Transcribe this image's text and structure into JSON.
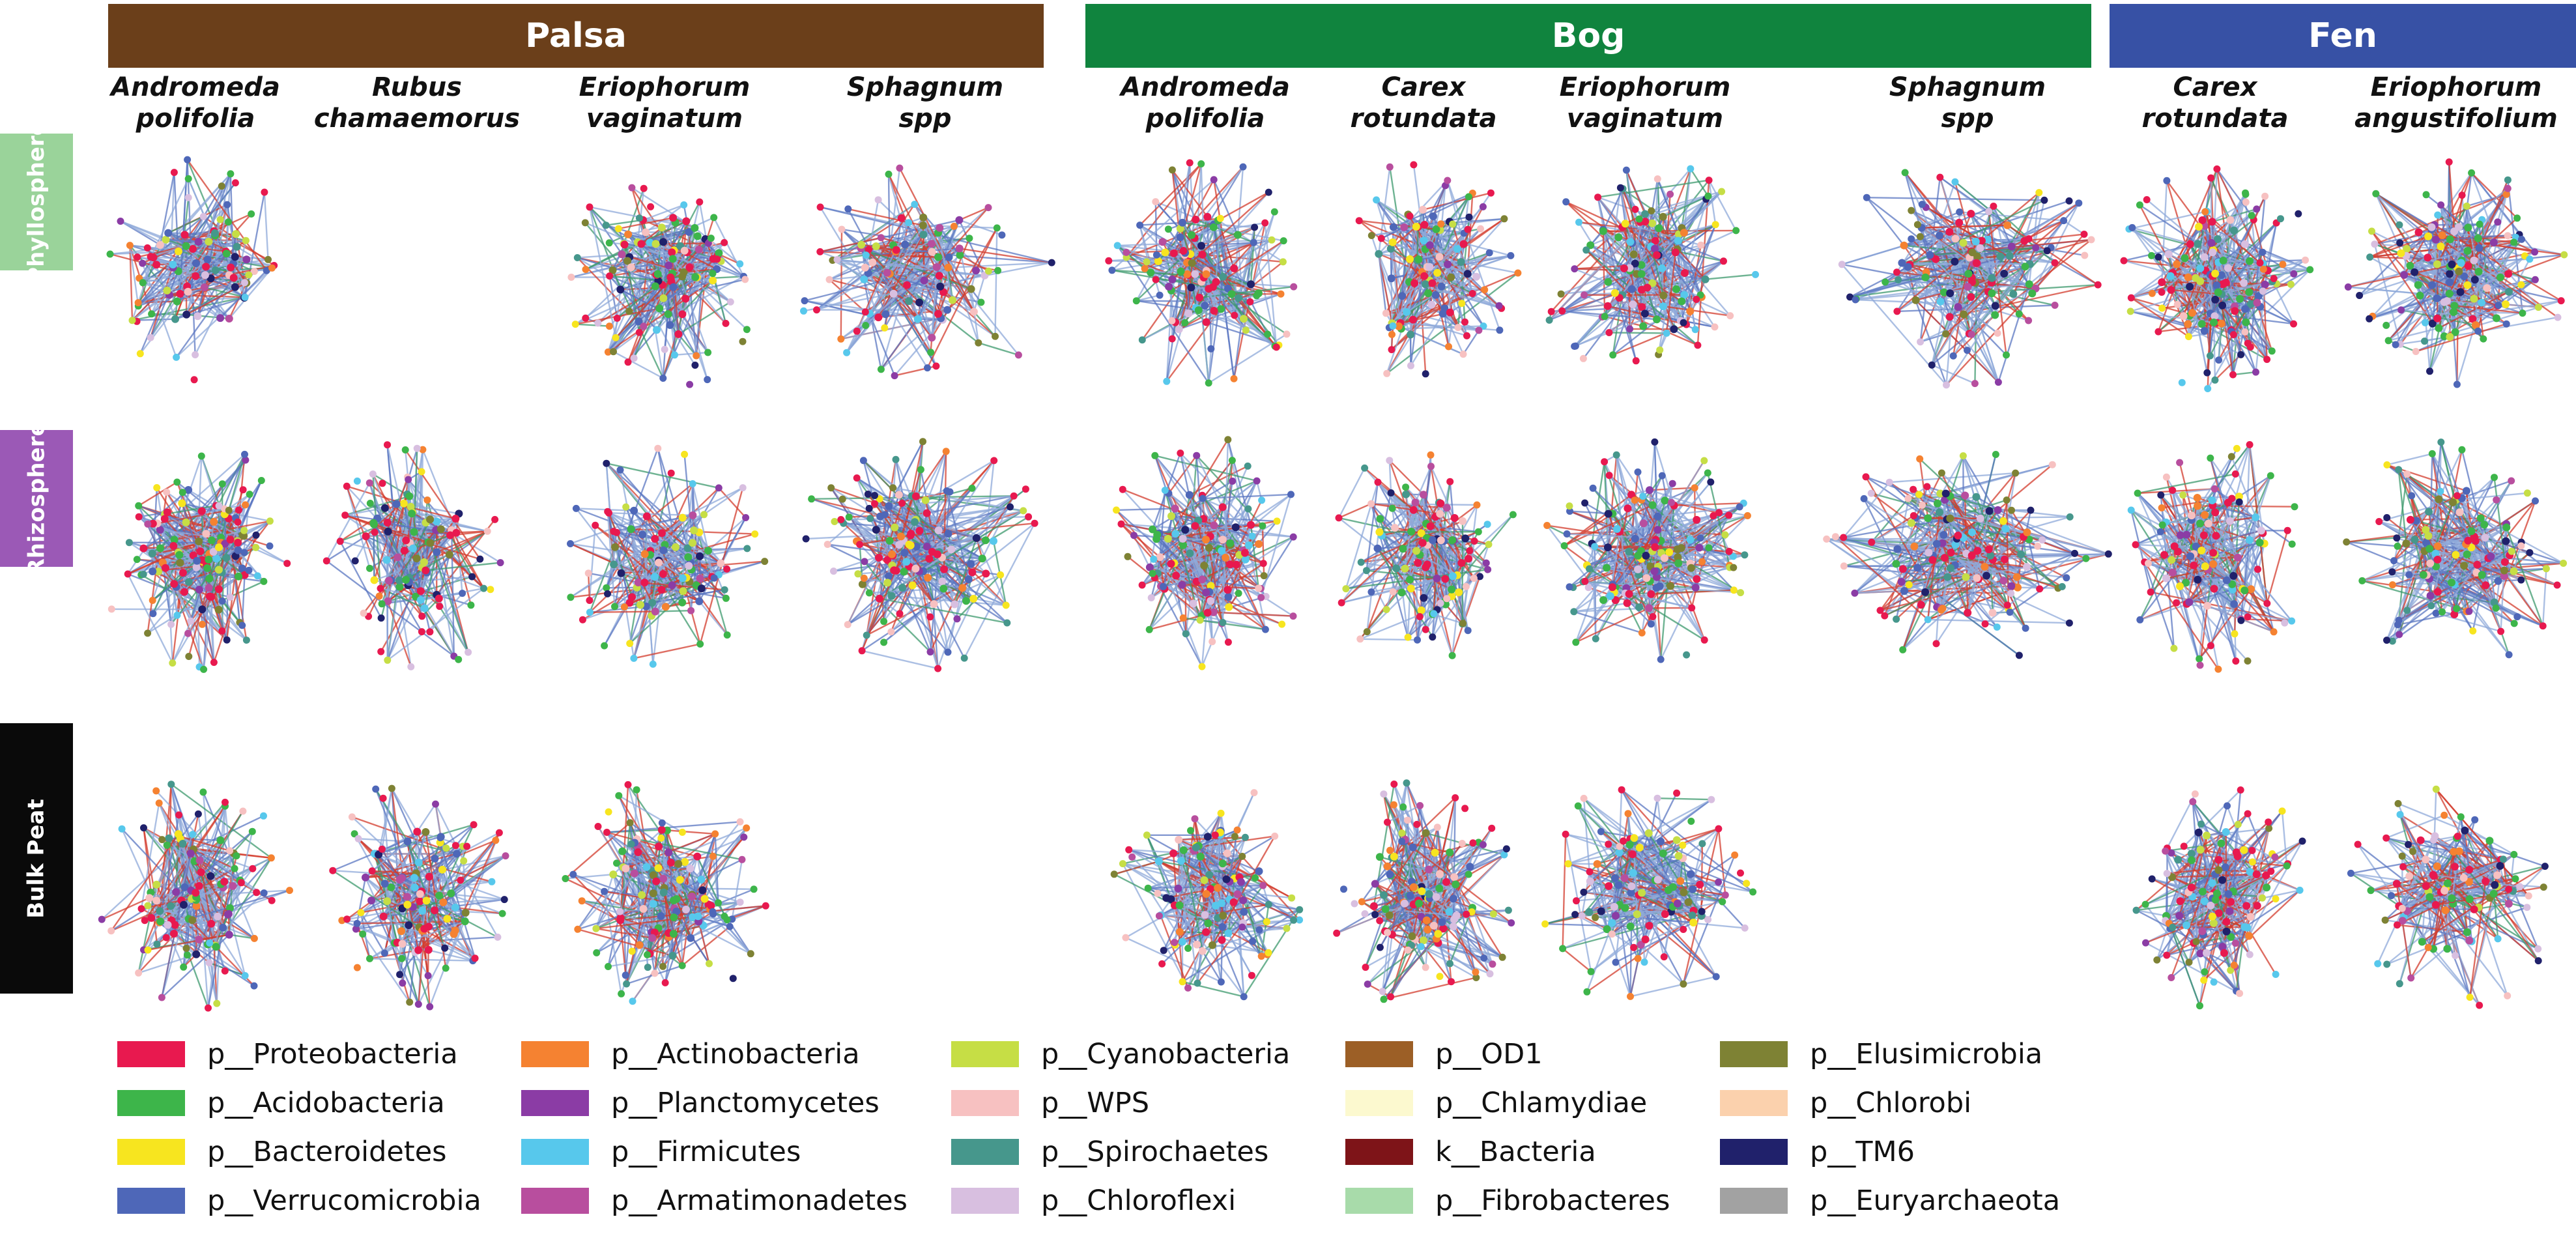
{
  "sites": [
    {
      "key": "palsa",
      "label": "Palsa",
      "color": "#6B3F1A",
      "species": [
        [
          "Andromeda",
          "polifolia"
        ],
        [
          "Rubus",
          "chamaemorus"
        ],
        [
          "Eriophorum",
          "vaginatum"
        ],
        [
          "Sphagnum",
          "spp"
        ]
      ]
    },
    {
      "key": "bog",
      "label": "Bog",
      "color": "#10843E",
      "species": [
        [
          "Andromeda",
          "polifolia"
        ],
        [
          "Carex",
          "rotundata"
        ],
        [
          "Eriophorum",
          "vaginatum"
        ],
        [
          "Sphagnum",
          "spp"
        ]
      ]
    },
    {
      "key": "fen",
      "label": "Fen",
      "color": "#3751A5",
      "species": [
        [
          "Carex",
          "rotundata"
        ],
        [
          "Eriophorum",
          "angustifolium"
        ]
      ]
    }
  ],
  "compartments": [
    {
      "label": "Phyllosphere",
      "color": "#9AD39A"
    },
    {
      "label": "Rhizosphere",
      "color": "#9B59B6"
    },
    {
      "label": "Bulk Peat",
      "color": "#0A0A0A"
    }
  ],
  "network_presence": [
    [
      true,
      false,
      true,
      true,
      true,
      true,
      true,
      true,
      true,
      true
    ],
    [
      true,
      true,
      true,
      true,
      true,
      true,
      true,
      true,
      true,
      true
    ],
    [
      true,
      true,
      true,
      false,
      true,
      true,
      true,
      false,
      true,
      true
    ]
  ],
  "edge_colors": {
    "positive": "#8FA9DA",
    "positive_strong": "#5B77C2",
    "negative": "#D33C2E",
    "other": "#3E9A6E"
  },
  "legend": [
    {
      "label": "p__Proteobacteria",
      "color": "#E8194F"
    },
    {
      "label": "p__Acidobacteria",
      "color": "#3DB54A"
    },
    {
      "label": "p__Bacteroidetes",
      "color": "#F7E51F"
    },
    {
      "label": "p__Verrucomicrobia",
      "color": "#4E67B8"
    },
    {
      "label": "p__Actinobacteria",
      "color": "#F58231"
    },
    {
      "label": "p__Planctomycetes",
      "color": "#8B3CA5"
    },
    {
      "label": "p__Firmicutes",
      "color": "#57C8EC"
    },
    {
      "label": "p__Armatimonadetes",
      "color": "#B84E9E"
    },
    {
      "label": "p__Cyanobacteria",
      "color": "#C6DE45"
    },
    {
      "label": "p__WPS",
      "color": "#F7C1C1"
    },
    {
      "label": "p__Spirochaetes",
      "color": "#46978C"
    },
    {
      "label": "p__Chloroflexi",
      "color": "#D8BFE0"
    },
    {
      "label": "p__OD1",
      "color": "#9C5F26"
    },
    {
      "label": "p__Chlamydiae",
      "color": "#FCF9CF"
    },
    {
      "label": "k__Bacteria",
      "color": "#7E1418"
    },
    {
      "label": "p__Fibrobacteres",
      "color": "#A8DBAA"
    },
    {
      "label": "p__Elusimicrobia",
      "color": "#7E8234"
    },
    {
      "label": "p__Chlorobi",
      "color": "#FBD1AD"
    },
    {
      "label": "p__TM6",
      "color": "#20216B"
    },
    {
      "label": "p__Euryarchaeota",
      "color": "#A2A2A2"
    }
  ]
}
